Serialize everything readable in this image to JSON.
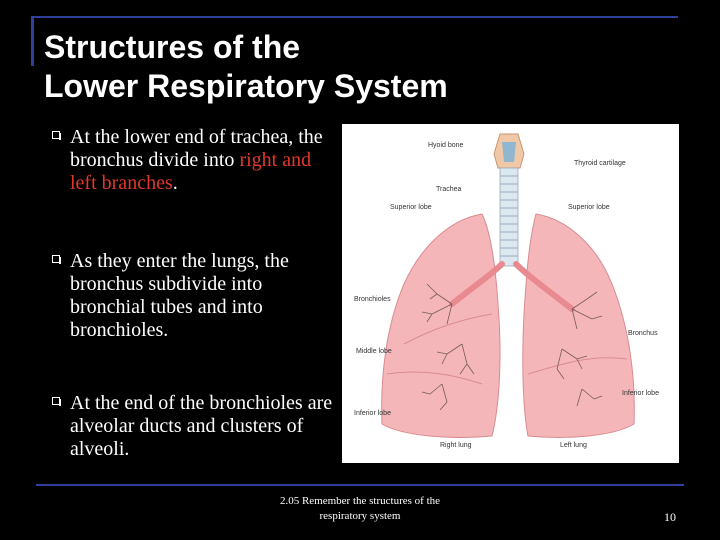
{
  "title": {
    "line1": "Structures of the",
    "line2": "Lower Respiratory System"
  },
  "bullets": [
    {
      "text_before": "At the lower end of trachea, the bronchus divide into ",
      "highlight": "right and left branches",
      "text_after": "."
    },
    {
      "text_before": "As they enter the lungs, the bronchus subdivide into bronchial tubes and into bronchioles.",
      "highlight": "",
      "text_after": ""
    },
    {
      "text_before": "At the end of the bronchioles are alveolar ducts and clusters of alveoli.",
      "highlight": "",
      "text_after": ""
    }
  ],
  "diagram": {
    "labels": {
      "hyoid_bone": "Hyoid bone",
      "thyroid_cartilage": "Thyroid cartilage",
      "trachea": "Trachea",
      "superior_lobe_right": "Superior lobe",
      "superior_lobe_left": "Superior lobe",
      "bronchioles": "Bronchioles",
      "bronchus": "Bronchus",
      "middle_lobe": "Middle lobe",
      "inferior_lobe_right": "Inferior lobe",
      "inferior_lobe_left": "Inferior lobe",
      "right_lung": "Right lung",
      "left_lung": "Left lung"
    }
  },
  "footer": {
    "line1": "2.05 Remember the structures of the",
    "line2": "respiratory system"
  },
  "page_number": "10",
  "colors": {
    "accent_line": "#2f3f9a",
    "highlight_text": "#e0382c",
    "lung_fill": "#f4b6b8",
    "lung_stroke": "#d98c90"
  }
}
